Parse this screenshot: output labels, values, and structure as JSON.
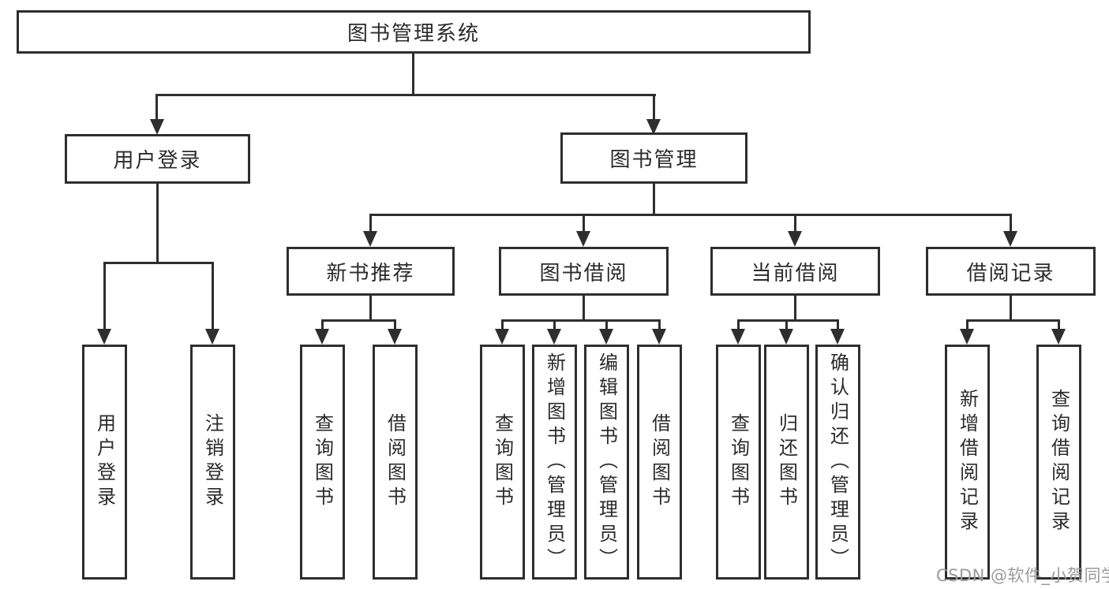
{
  "tree": {
    "label": "图书管理系统",
    "children": [
      {
        "label": "用户登录",
        "children": [
          {
            "label": "用户登录"
          },
          {
            "label": "注销登录"
          }
        ]
      },
      {
        "label": "图书管理",
        "children": [
          {
            "label": "新书推荐",
            "children": [
              {
                "label": "查询图书"
              },
              {
                "label": "借阅图书"
              }
            ]
          },
          {
            "label": "图书借阅",
            "children": [
              {
                "label": "查询图书"
              },
              {
                "label": "新增图书（管理员）"
              },
              {
                "label": "编辑图书（管理员）"
              },
              {
                "label": "借阅图书"
              }
            ]
          },
          {
            "label": "当前借阅",
            "children": [
              {
                "label": "查询图书"
              },
              {
                "label": "归还图书"
              },
              {
                "label": "确认归还（管理员）"
              }
            ]
          },
          {
            "label": "借阅记录",
            "children": [
              {
                "label": "新增借阅记录"
              },
              {
                "label": "查询借阅记录"
              }
            ]
          }
        ]
      }
    ]
  },
  "watermark": {
    "text": "CSDN @软件_小贺同学"
  },
  "colors": {
    "line": "#2e2e2e",
    "text": "#2b2b2b",
    "watermark": "#9b9b9b",
    "background": "#ffffff"
  }
}
